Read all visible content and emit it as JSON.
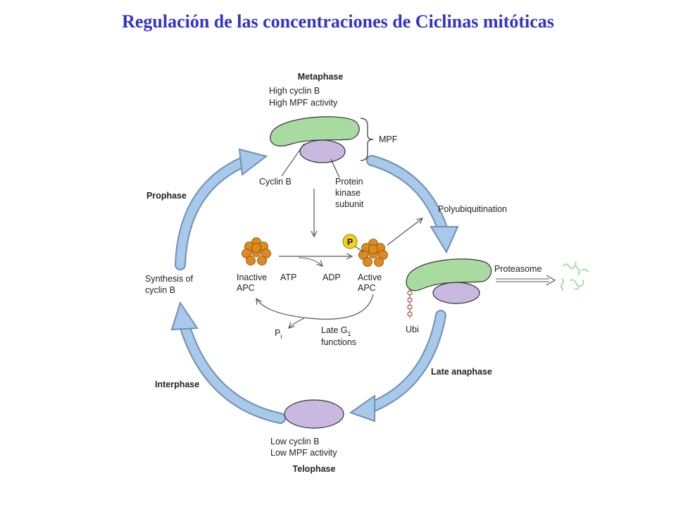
{
  "title": "Regulación de las concentraciones de Ciclinas mitóticas",
  "phases": {
    "metaphase": "Metaphase",
    "prophase": "Prophase",
    "late_anaphase": "Late anaphase",
    "interphase": "Interphase",
    "telophase": "Telophase"
  },
  "metaphase_lines": [
    "High cyclin B",
    "High MPF activity"
  ],
  "telophase_lines": [
    "Low cyclin B",
    "Low MPF activity"
  ],
  "mpf": "MPF",
  "cyclin_b": "Cyclin B",
  "protein_kinase": [
    "Protein",
    "kinase",
    "subunit"
  ],
  "polyubiquitination": "Polyubiquitination",
  "proteasome": "Proteasome",
  "ubi": "Ubi",
  "synthesis": [
    "Synthesis of",
    "cyclin B"
  ],
  "inactive_apc": [
    "Inactive",
    "APC"
  ],
  "active_apc": [
    "Active",
    "APC"
  ],
  "atp": "ATP",
  "adp": "ADP",
  "phosphate_label": "P",
  "pi": "P",
  "pi_sub": "i",
  "late_g1": [
    "Late G",
    "functions"
  ],
  "late_g1_sub": "1",
  "colors": {
    "title": "#3333cc",
    "cyclin": "#a8dba0",
    "kinase": "#c9b8e0",
    "arrow": "#a9c9ea",
    "apc": "#e08a1e",
    "phosphate": "#f3d21a",
    "fragments": "#8fd48f"
  }
}
